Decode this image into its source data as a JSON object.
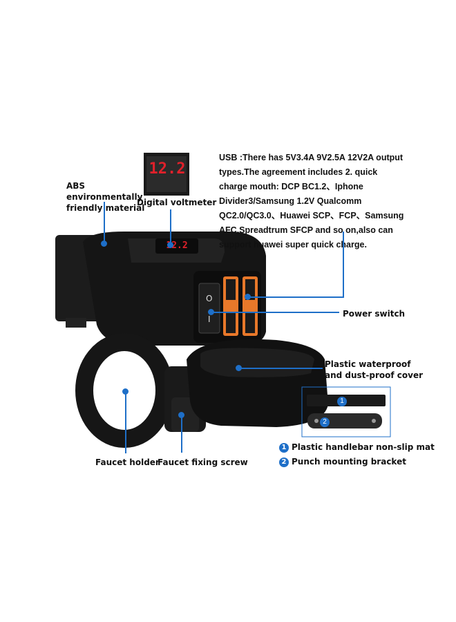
{
  "usb_description": "USB  :There has 5V3.4A  9V2.5A 12V2A output types.The agreement includes 2. quick charge mouth: DCP BC1.2、Iphone Divider3/Samsung 1.2V Qualcomm QC2.0/QC3.0、Huawei SCP、FCP、Samsung AFC,Spreadtrum SFCP and so on,also can support huawei super quick charge.",
  "labels": {
    "abs_material": "ABS environmentally friendly material",
    "digital_voltmeter": "Digital voltmeter",
    "power_switch": "Power switch",
    "waterproof_cover": "Plastic waterproof and dust-proof cover",
    "faucet_holder": "Faucet holder",
    "faucet_screw": "Faucet fixing screw"
  },
  "accessories": [
    {
      "number": "1",
      "label": "Plastic handlebar non-slip mat"
    },
    {
      "number": "2",
      "label": "Punch mounting bracket"
    }
  ],
  "voltmeter_reading": "12.2",
  "switch_marks": {
    "on": "O",
    "off": "I"
  },
  "colors": {
    "accent": "#1e6fc8",
    "usb_port": "#e8782a",
    "display": "#e0212b",
    "body": "#141414"
  }
}
